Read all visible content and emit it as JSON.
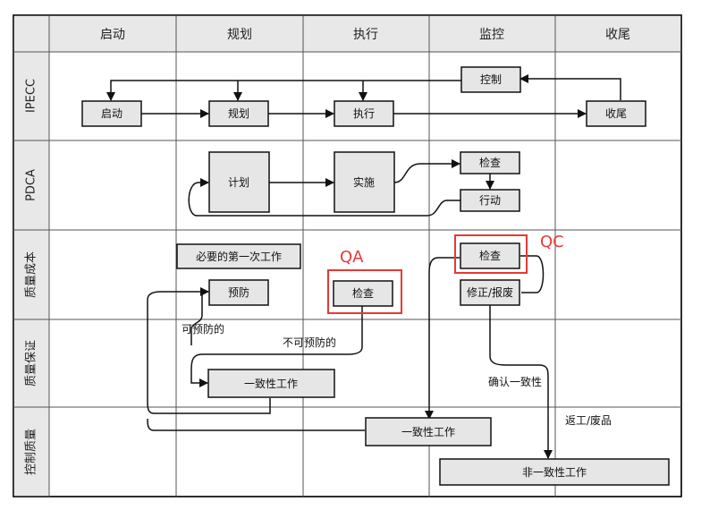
{
  "columns": [
    "启动",
    "规划",
    "执行",
    "监控",
    "收尾"
  ],
  "rows": [
    "IPECC",
    "PDCA",
    "质量成本",
    "质量保证",
    "控制质量"
  ],
  "ipecc": {
    "control": "控制",
    "start": "启动",
    "plan": "规划",
    "execute": "执行",
    "close": "收尾"
  },
  "pdca": {
    "plan": "计划",
    "do": "实施",
    "check": "检查",
    "act": "行动"
  },
  "cost": {
    "necessary_first_work": "必要的第一次工作",
    "prevent": "预防",
    "qa_check": "检查",
    "qc_check": "检查",
    "fix_scrap": "修正/报废"
  },
  "qa_box": {
    "conform_work": "一致性工作"
  },
  "qc_box": {
    "conform_work": "一致性工作",
    "nonconform_work": "非一致性工作"
  },
  "notes": {
    "preventable": "可预防的",
    "unpreventable": "不可预防的",
    "confirm_conformance": "确认一致性",
    "rework_scrap": "返工/废品"
  },
  "markers": {
    "qa": "QA",
    "qc": "QC"
  },
  "colors": {
    "accent": "#e53935",
    "header_bg": "#e8e8e8",
    "box_fill": "#e6e6e6"
  }
}
